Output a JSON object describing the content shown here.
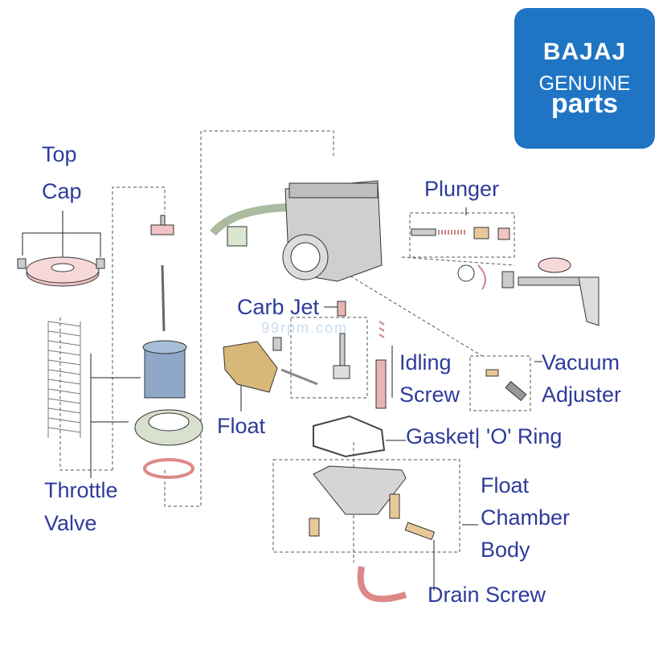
{
  "logo": {
    "brand": "BAJAJ",
    "genuine": "GENUINE",
    "parts": "parts",
    "background_color": "#1f74c4"
  },
  "watermark": "99rpm.com",
  "labels": {
    "top_cap": [
      "Top",
      "Cap"
    ],
    "plunger": "Plunger",
    "carb_jet": "Carb Jet",
    "idling_screw": [
      "Idling",
      "Screw"
    ],
    "vacuum_adjuster": [
      "Vacuum",
      "Adjuster"
    ],
    "float": "Float",
    "gasket": "Gasket| 'O' Ring",
    "throttle_valve": [
      "Throttle",
      "Valve"
    ],
    "float_chamber_body": [
      "Float",
      "Chamber",
      "Body"
    ],
    "drain_screw": "Drain Screw"
  },
  "colors": {
    "label_text": "#2e3b9a",
    "top_cap": "#f0c4c4",
    "throttle_slide": "#8fa8c8",
    "float": "#d8b878",
    "carb_body": "#cfcfcf",
    "hose": "#d9e6d0",
    "drain_tube": "#e8b4b4"
  }
}
